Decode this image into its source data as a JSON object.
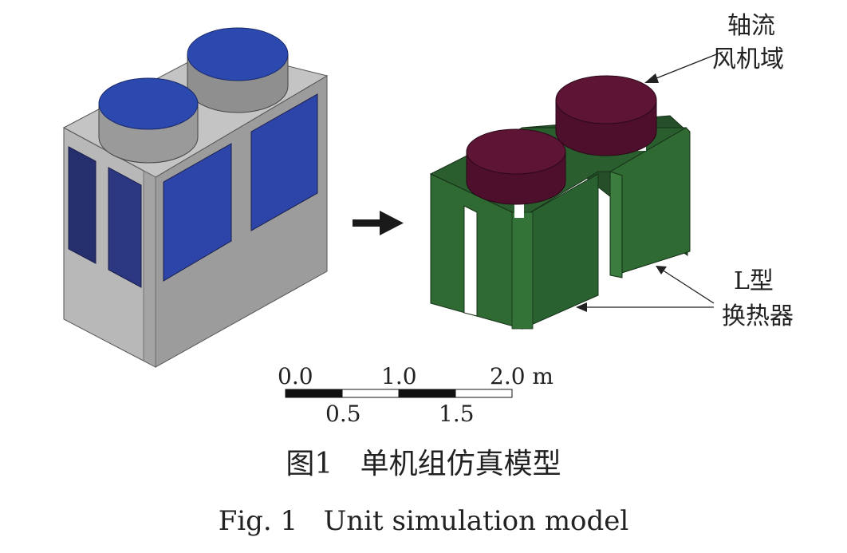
{
  "labels": {
    "fan_domain_line1": "轴流",
    "fan_domain_line2": "风机域",
    "hx_line1": "L型",
    "hx_line2": "换热器"
  },
  "scale_bar": {
    "top_labels": [
      "0.0",
      "1.0",
      "2.0 m"
    ],
    "bottom_labels": [
      "0.5",
      "1.5"
    ]
  },
  "caption": {
    "cn": "图1   单机组仿真模型",
    "en": "Fig. 1   Unit simulation model"
  },
  "colors": {
    "unit_gray": "#a9a9a9",
    "panel_blue": "#2b3f9a",
    "fan_blue": "#2c49b0",
    "hx_green": "#2f6a33",
    "fan_domain": "#5e1535"
  }
}
